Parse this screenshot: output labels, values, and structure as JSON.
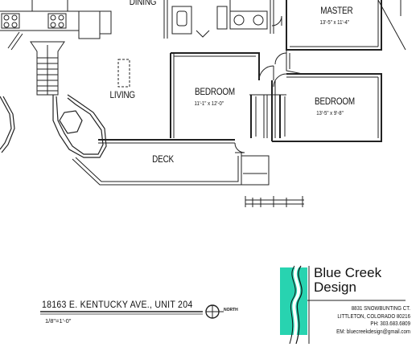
{
  "rooms": {
    "dining": {
      "name": "DINING"
    },
    "master": {
      "name": "MASTER",
      "size": "13'-5\" x 11'-4\""
    },
    "living": {
      "name": "LIVING"
    },
    "bedroom1": {
      "name": "BEDROOM",
      "size": "11'-1\" x 12'-0\""
    },
    "bedroom2": {
      "name": "BEDROOM",
      "size": "13'-5\" x 9'-8\""
    },
    "deck": {
      "name": "DECK"
    }
  },
  "title_block": {
    "address": "18163 E. KENTUCKY AVE., UNIT 204",
    "scale": "1/8\"=1'-0\"",
    "north_label": "NORTH"
  },
  "company": {
    "name_line1": "Blue Creek",
    "name_line2": "Design",
    "street": "8831 SNOWBUNTING CT.",
    "city": "LITTLETON, COLORADO   80216",
    "phone": "PH: 303.683.6809",
    "email": "EM: bluecreekdesign@gmail.com"
  },
  "colors": {
    "logo_teal": "#28d3b0",
    "line": "#111111"
  }
}
